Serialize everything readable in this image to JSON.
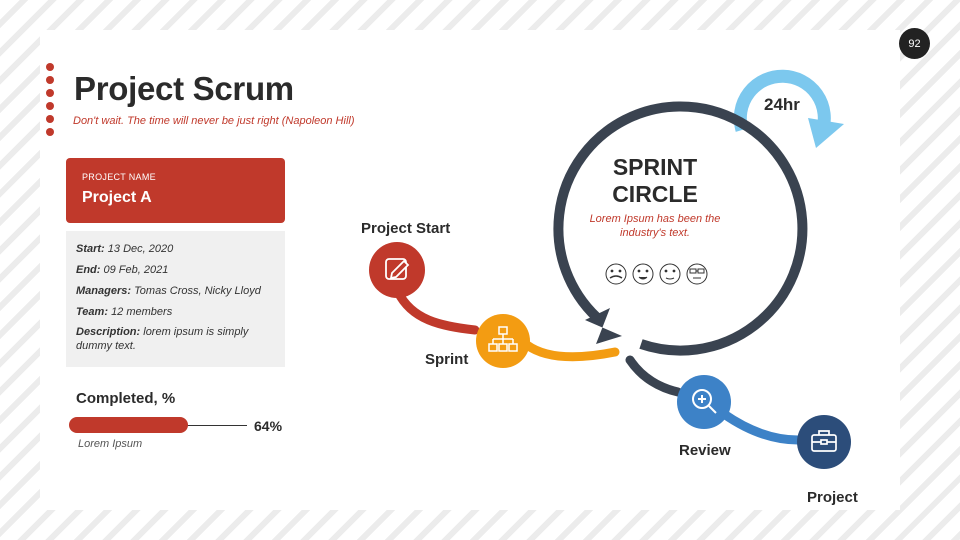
{
  "page_number": "92",
  "title": "Project Scrum",
  "subtitle": "Don't wait. The time will never be just right (Napoleon Hill)",
  "project_card": {
    "label": "PROJECT NAME",
    "value": "Project A"
  },
  "details": {
    "start_label": "Start:",
    "start_value": "13 Dec, 2020",
    "end_label": "End:",
    "end_value": "09 Feb, 2021",
    "managers_label": "Managers:",
    "managers_value": "Tomas Cross, Nicky Lloyd",
    "team_label": "Team:",
    "team_value": "12 members",
    "description_label": "Description:",
    "description_value": "lorem ipsum is simply dummy text."
  },
  "progress": {
    "label": "Completed, %",
    "percent_text": "64%",
    "value": 0.64,
    "note": "Lorem Ipsum"
  },
  "sprint": {
    "title_line1": "SPRINT",
    "title_line2": "CIRCLE",
    "description": "Lorem Ipsum has been the industry's text.",
    "cycle": "24hr"
  },
  "steps": [
    {
      "label": "Project Start",
      "icon": "edit-icon",
      "color": "#c0392b"
    },
    {
      "label": "Sprint",
      "icon": "hierarchy-icon",
      "color": "#f39c12"
    },
    {
      "label": "Review",
      "icon": "magnifier-icon",
      "color": "#3d82c7"
    },
    {
      "label": "Project",
      "icon": "briefcase-icon",
      "color": "#2c4d7a"
    }
  ],
  "colors": {
    "accent": "#c0392b",
    "circle": "#3a4350",
    "cycle_arrow": "#7cc8ee"
  }
}
